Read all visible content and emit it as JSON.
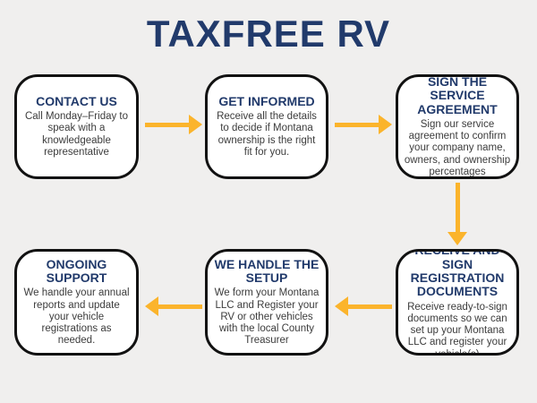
{
  "page": {
    "title": "TAXFREE RV",
    "background_color": "#f0efee"
  },
  "colors": {
    "heading_navy": "#213a6b",
    "body_text": "#3c3c3c",
    "arrow_yellow": "#fbb42c",
    "box_background": "#ffffff",
    "box_border": "#121212"
  },
  "steps": [
    {
      "id": "contact-us",
      "title": "CONTACT US",
      "body": "Call Monday–Friday to speak with a knowledgeable representative"
    },
    {
      "id": "get-informed",
      "title": "GET INFORMED",
      "body": "Receive all the details to decide if Montana ownership is the right fit for you."
    },
    {
      "id": "sign-the-service-agreement",
      "title": "SIGN THE SERVICE AGREEMENT",
      "body": "Sign our service agreement to confirm your company name, owners, and ownership percentages"
    },
    {
      "id": "receive-and-sign-registration-documents",
      "title": "RECEIVE AND SIGN REGISTRATION DOCUMENTS",
      "body": "Receive ready-to-sign documents so we can set up your Montana LLC and register your vehicle(s)"
    },
    {
      "id": "we-handle-the-setup",
      "title": "WE HANDLE THE SETUP",
      "body": "We form your Montana LLC and Register your RV or other vehicles with the local County Treasurer"
    },
    {
      "id": "ongoing-support",
      "title": "ONGOING SUPPORT",
      "body": "We handle your annual reports and update your vehicle registrations as needed."
    }
  ],
  "arrows": [
    {
      "id": "arrow-1",
      "direction": "right",
      "from": "contact-us",
      "to": "get-informed"
    },
    {
      "id": "arrow-2",
      "direction": "right",
      "from": "get-informed",
      "to": "sign-the-service-agreement"
    },
    {
      "id": "arrow-3",
      "direction": "down",
      "from": "sign-the-service-agreement",
      "to": "receive-and-sign-registration-documents"
    },
    {
      "id": "arrow-4",
      "direction": "left",
      "from": "receive-and-sign-registration-documents",
      "to": "we-handle-the-setup"
    },
    {
      "id": "arrow-5",
      "direction": "left",
      "from": "we-handle-the-setup",
      "to": "ongoing-support"
    }
  ]
}
